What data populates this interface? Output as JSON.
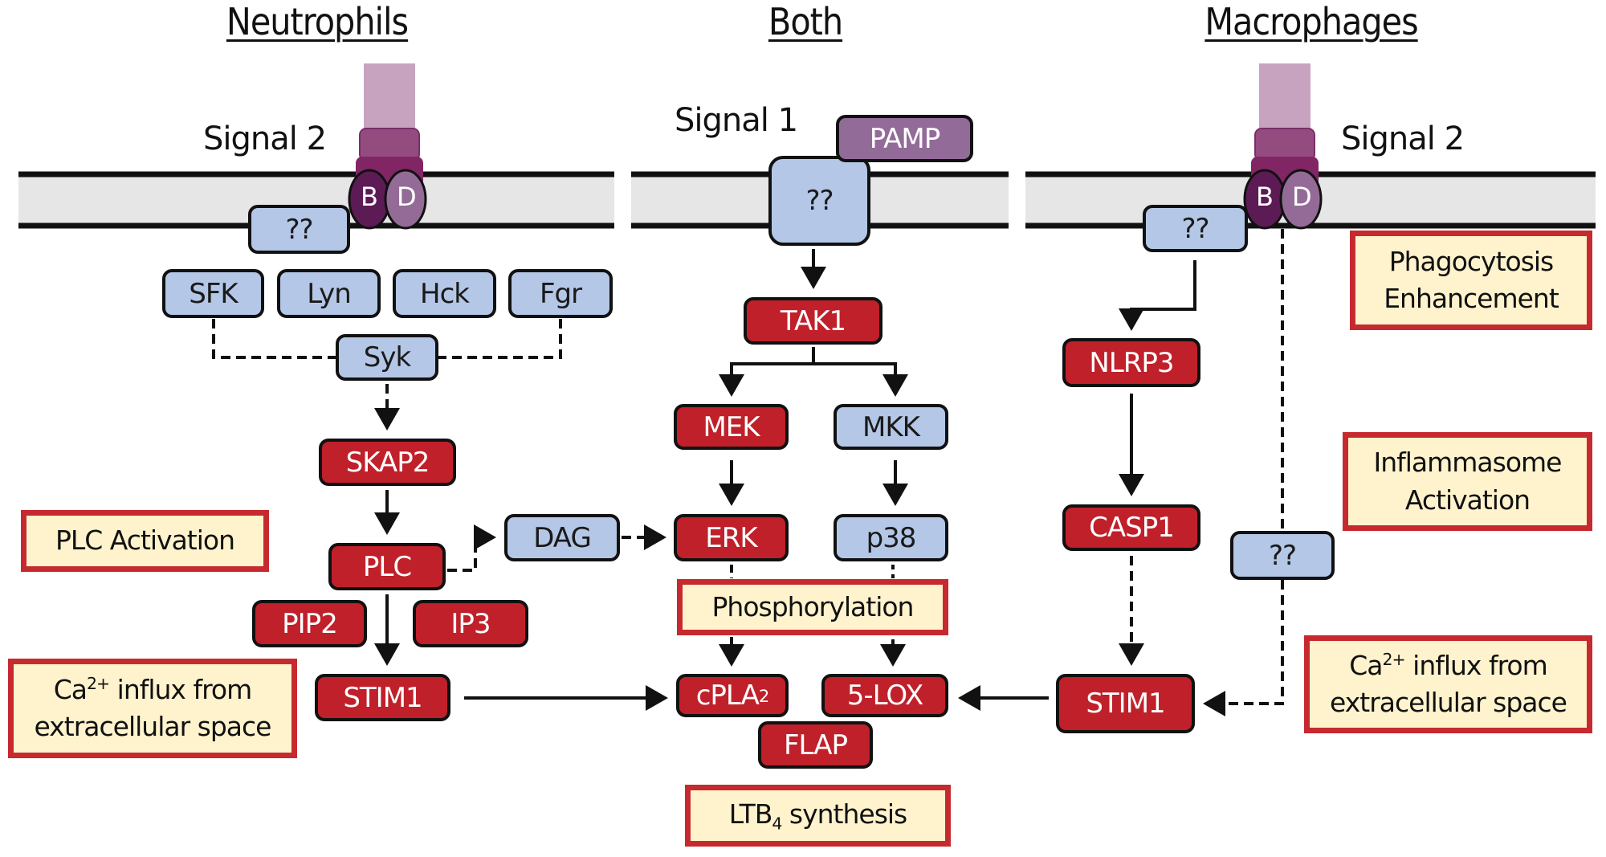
{
  "headers": {
    "neutrophils": "Neutrophils",
    "both": "Both",
    "macrophages": "Macrophages"
  },
  "signals": {
    "neutrophil_signal": "Signal 2",
    "both_signal": "Signal 1",
    "macrophage_signal": "Signal 2"
  },
  "receptor": {
    "subunit_b": "B",
    "subunit_d": "D"
  },
  "neutrophils": {
    "unknown_adaptor": "??",
    "kinases": [
      "SFK",
      "Lyn",
      "Hck",
      "Fgr"
    ],
    "syk": "Syk",
    "skap2": "SKAP2",
    "plc": "PLC",
    "dag": "DAG",
    "pip2": "PIP2",
    "ip3": "IP3",
    "stim1": "STIM1",
    "note_plc": "PLC Activation",
    "note_ca_line1_base": "Ca",
    "note_ca_line1_sup": "2+",
    "note_ca_line1_rest": " influx from",
    "note_ca_line2": "extracellular space"
  },
  "both": {
    "unknown_receptor": "??",
    "pamp": "PAMP",
    "tak1": "TAK1",
    "mek": "MEK",
    "mkk": "MKK",
    "erk": "ERK",
    "p38": "p38",
    "note_phos": "Phosphorylation",
    "cpla2_base": "cPLA",
    "cpla2_sub": "2",
    "lox": "5-LOX",
    "flap": "FLAP",
    "note_ltb_base": "LTB",
    "note_ltb_sub": "4",
    "note_ltb_rest": " synthesis"
  },
  "macrophages": {
    "unknown_adaptor": "??",
    "nlrp3": "NLRP3",
    "casp1": "CASP1",
    "unknown_lower": "??",
    "stim1": "STIM1",
    "note_phago_line1": "Phagocytosis",
    "note_phago_line2": "Enhancement",
    "note_inflam_line1": "Inflammasome",
    "note_inflam_line2": "Activation",
    "note_ca_line1_base": "Ca",
    "note_ca_line1_sup": "2+",
    "note_ca_line1_rest": " influx from",
    "note_ca_line2": "extracellular space"
  },
  "colors": {
    "activated_protein": "#c0202a",
    "unknown_protein": "#b4c7e7",
    "pamp": "#936b98",
    "note_fill": "#fff3cd",
    "note_border": "#c62a2f",
    "membrane": "#e6e6e6"
  }
}
